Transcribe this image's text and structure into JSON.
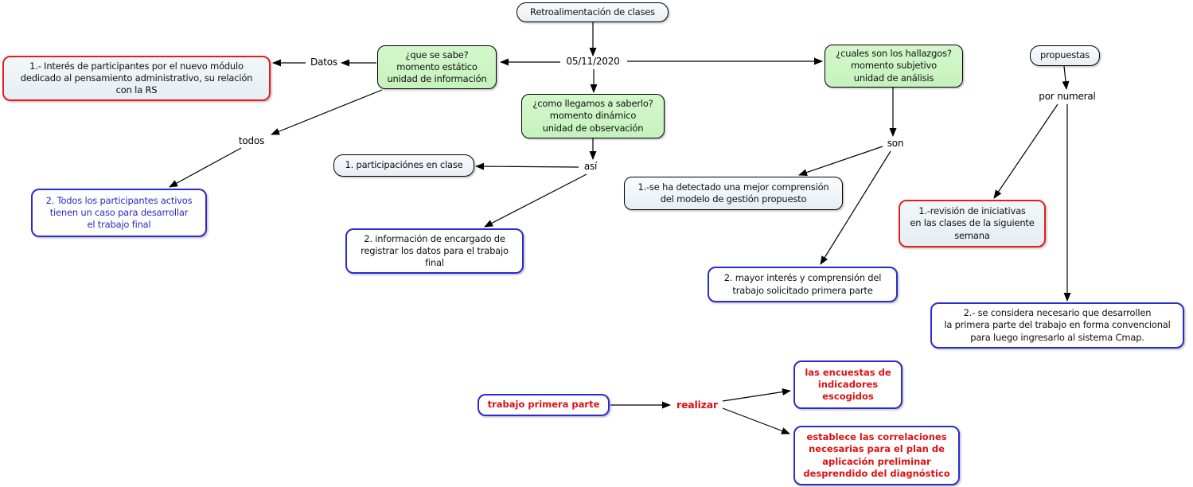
{
  "diagram": {
    "title": "Retroalimentación de clases",
    "colors": {
      "concept_green_fill": "#c9f4c3",
      "concept_grey_fill": "#e9f0f5",
      "border_black": "#000000",
      "border_red": "#e31d1d",
      "border_blue": "#2b2bd0",
      "text_black": "#111111",
      "text_blue": "#2a2ac4",
      "text_red": "#dd1111",
      "arrow": "#000000"
    },
    "nodes": {
      "root": {
        "label": "Retroalimentación de clases"
      },
      "que_se_sabe": {
        "label": "¿que se sabe?\nmomento estático\nunidad de información"
      },
      "como_llegamos": {
        "label": "¿como llegamos a saberlo?\nmomento dinámico\nunidad de observación"
      },
      "hallazgos": {
        "label": "¿cuales son los hallazgos?\nmomento subjetivo\nunidad de análisis"
      },
      "propuestas": {
        "label": "propuestas"
      },
      "interes": {
        "label": "1.- Interés de participantes por el nuevo módulo\ndedicado al pensamiento administrativo, su relación\ncon la RS"
      },
      "todos_participantes": {
        "label": "2. Todos los participantes activos\ntienen un caso para desarrollar\nel trabajo final"
      },
      "participaciones": {
        "label": "1. participaciónes en clase"
      },
      "informacion": {
        "label": "2. información de encargado de\nregistrar los datos para el trabajo\nfinal"
      },
      "detectado": {
        "label": "1.-se ha detectado una mejor comprensión\ndel modelo de gestión propuesto"
      },
      "mayor_interes": {
        "label": "2. mayor interés y comprensión del\ntrabajo solicitado primera parte"
      },
      "revision": {
        "label": "1.-revisión de iniciativas\nen las clases de la siguiente\nsemana"
      },
      "considera": {
        "label": "2.- se considera necesario que desarrollen\nla primera parte del trabajo en forma convencional\npara luego ingresarlo al sistema Cmap."
      },
      "trabajo": {
        "label": "trabajo primera parte"
      },
      "encuestas": {
        "label": "las encuestas de\nindicadores\nescogidos"
      },
      "establece": {
        "label": "establece las correlaciones\nnecesarias para el plan de\naplicación preliminar\ndesprendido del diagnóstico"
      }
    },
    "link_labels": {
      "date": {
        "label": "05/11/2020"
      },
      "datos": {
        "label": "Datos"
      },
      "todos": {
        "label": "todos"
      },
      "asi": {
        "label": "así"
      },
      "son": {
        "label": "son"
      },
      "por_numeral": {
        "label": "por numeral"
      },
      "realizar": {
        "label": "realizar"
      }
    },
    "edges": [
      {
        "from": "root",
        "to": "date"
      },
      {
        "from": "date",
        "to": "que_se_sabe"
      },
      {
        "from": "date",
        "to": "como_llegamos"
      },
      {
        "from": "date",
        "to": "hallazgos"
      },
      {
        "from": "que_se_sabe",
        "via": "datos",
        "to": "interes"
      },
      {
        "from": "que_se_sabe",
        "via": "todos",
        "to": "todos_participantes"
      },
      {
        "from": "como_llegamos",
        "via": "asi",
        "to": "participaciones"
      },
      {
        "from": "como_llegamos",
        "via": "asi",
        "to": "informacion"
      },
      {
        "from": "hallazgos",
        "via": "son",
        "to": "detectado"
      },
      {
        "from": "hallazgos",
        "via": "son",
        "to": "mayor_interes"
      },
      {
        "from": "propuestas",
        "via": "por_numeral",
        "to": "revision"
      },
      {
        "from": "propuestas",
        "via": "por_numeral",
        "to": "considera"
      },
      {
        "from": "trabajo",
        "via": "realizar",
        "to": "encuestas"
      },
      {
        "from": "trabajo",
        "via": "realizar",
        "to": "establece"
      }
    ]
  }
}
